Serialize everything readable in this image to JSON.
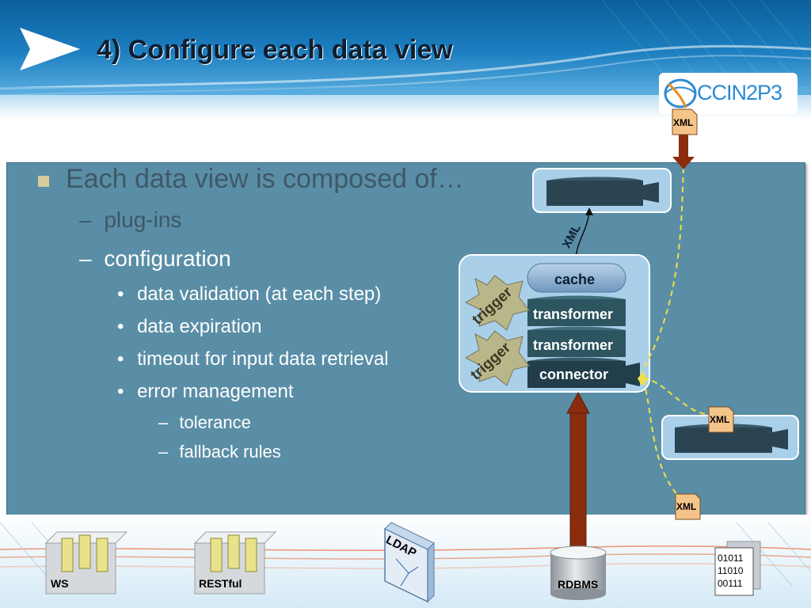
{
  "header": {
    "title": "4) Configure each data view",
    "logo_text": "CCIN2P3"
  },
  "content": {
    "l1": "Each data view is composed of…",
    "l2": [
      {
        "dash": "–",
        "label": "plug-ins"
      },
      {
        "dash": "–",
        "label": "configuration"
      }
    ],
    "l3": [
      {
        "dot": "•",
        "label": "data validation (at each step)"
      },
      {
        "dot": "•",
        "label": "data expiration"
      },
      {
        "dot": "•",
        "label": "timeout for input data retrieval"
      },
      {
        "dot": "•",
        "label": "error management"
      }
    ],
    "l4": [
      {
        "dash": "–",
        "label": "tolerance"
      },
      {
        "dash": "–",
        "label": "fallback rules"
      }
    ]
  },
  "diagram": {
    "cache": "cache",
    "transformer1": "transformer",
    "transformer2": "transformer",
    "connector": "connector",
    "trigger1": "trigger",
    "trigger2": "trigger",
    "xml_curve": "XML",
    "xml_top": "XML",
    "xml_mid": "XML",
    "xml_bottom": "XML"
  },
  "footer": {
    "ws": "WS",
    "restful": "RESTful",
    "ldap": "LDAP",
    "rdbms": "RDBMS",
    "binary": [
      "01011",
      "11010",
      "00111"
    ]
  },
  "colors": {
    "panel": "#5a8ea6",
    "header": "#1d7fc0",
    "dark_box": "#2e4e5e",
    "arrow": "#8a2c0e",
    "dashed_line": "#f0e04a"
  }
}
